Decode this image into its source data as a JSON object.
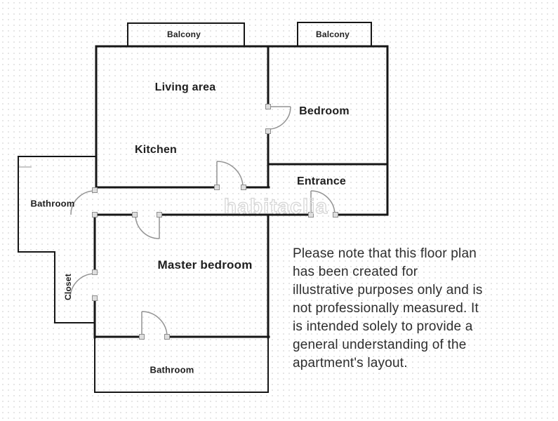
{
  "watermark": "habitaclia",
  "rooms": {
    "balcony_left": "Balcony",
    "balcony_right": "Balcony",
    "living_area": "Living area",
    "kitchen": "Kitchen",
    "bedroom": "Bedroom",
    "entrance": "Entrance",
    "bathroom_left": "Bathroom",
    "master_bedroom": "Master bedroom",
    "closet": "Closet",
    "bathroom_bottom": "Bathroom"
  },
  "disclaimer": {
    "lines": [
      "Please note that this floor plan",
      "has been created for",
      "illustrative purposes only and is",
      "not professionally measured. It",
      "is intended solely to provide a",
      "general understanding of the",
      "apartment's layout."
    ]
  },
  "colors": {
    "wall": "#161616",
    "door": "#949494",
    "hinge_fill": "#dedede",
    "hinge_stroke": "#8f8f8f",
    "label": "#1e1e1e",
    "watermark": "#d6d6d6",
    "grid_dot": "#e6e6e6",
    "background": "#ffffff",
    "disclaimer": "#2d2d2d"
  }
}
